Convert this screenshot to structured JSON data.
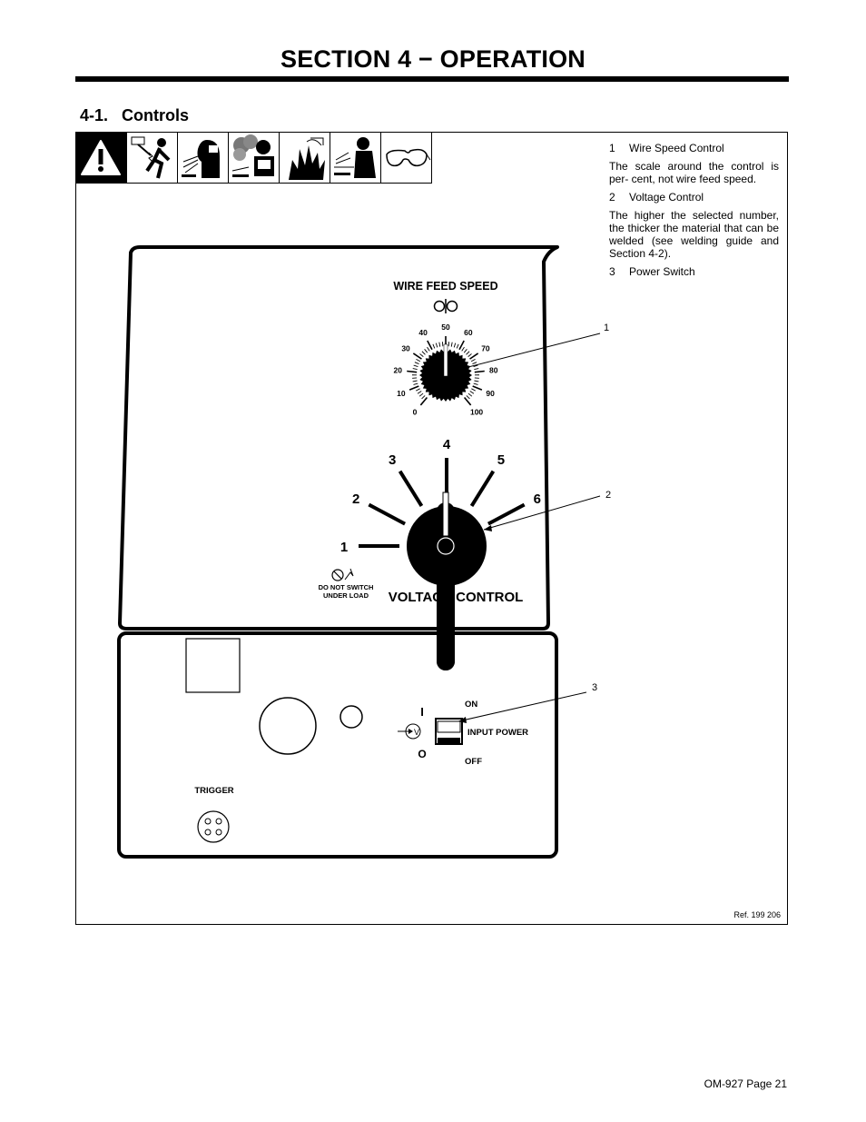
{
  "section_title": "SECTION 4 − OPERATION",
  "subsection_title": "4-1.   Controls",
  "safety_icons": [
    "warning-triangle-icon",
    "electric-shock-icon",
    "arc-rays-icon",
    "fumes-icon",
    "fire-explosion-icon",
    "hot-parts-icon",
    "safety-glasses-icon"
  ],
  "notes": {
    "item1_num": "1",
    "item1_label": "Wire Speed Control",
    "item1_desc": "The scale around the control is per- cent, not wire feed speed.",
    "item2_num": "2",
    "item2_label": "Voltage Control",
    "item2_desc": "The higher the selected number, the thicker the material that can be welded (see welding guide and Section 4-2).",
    "item3_num": "3",
    "item3_label": "Power Switch"
  },
  "callouts": [
    "1",
    "2",
    "3"
  ],
  "panel": {
    "wfs_title": "WIRE FEED SPEED",
    "wfs_scale": [
      "0",
      "10",
      "20",
      "30",
      "40",
      "50",
      "60",
      "70",
      "80",
      "90",
      "100"
    ],
    "voltage_scale": [
      "1",
      "2",
      "3",
      "4",
      "5",
      "6"
    ],
    "voltage_title": "VOLTAGE CONTROL",
    "warn_line1": "DO NOT SWITCH",
    "warn_line2": "UNDER LOAD",
    "on_label": "ON",
    "input_power_label": "INPUT POWER",
    "off_label": "OFF",
    "on_symbol": "I",
    "off_symbol": "O",
    "volt_symbol": "V",
    "trigger_label": "TRIGGER"
  },
  "ref": "Ref. 199 206",
  "footer": "OM-927 Page 21"
}
